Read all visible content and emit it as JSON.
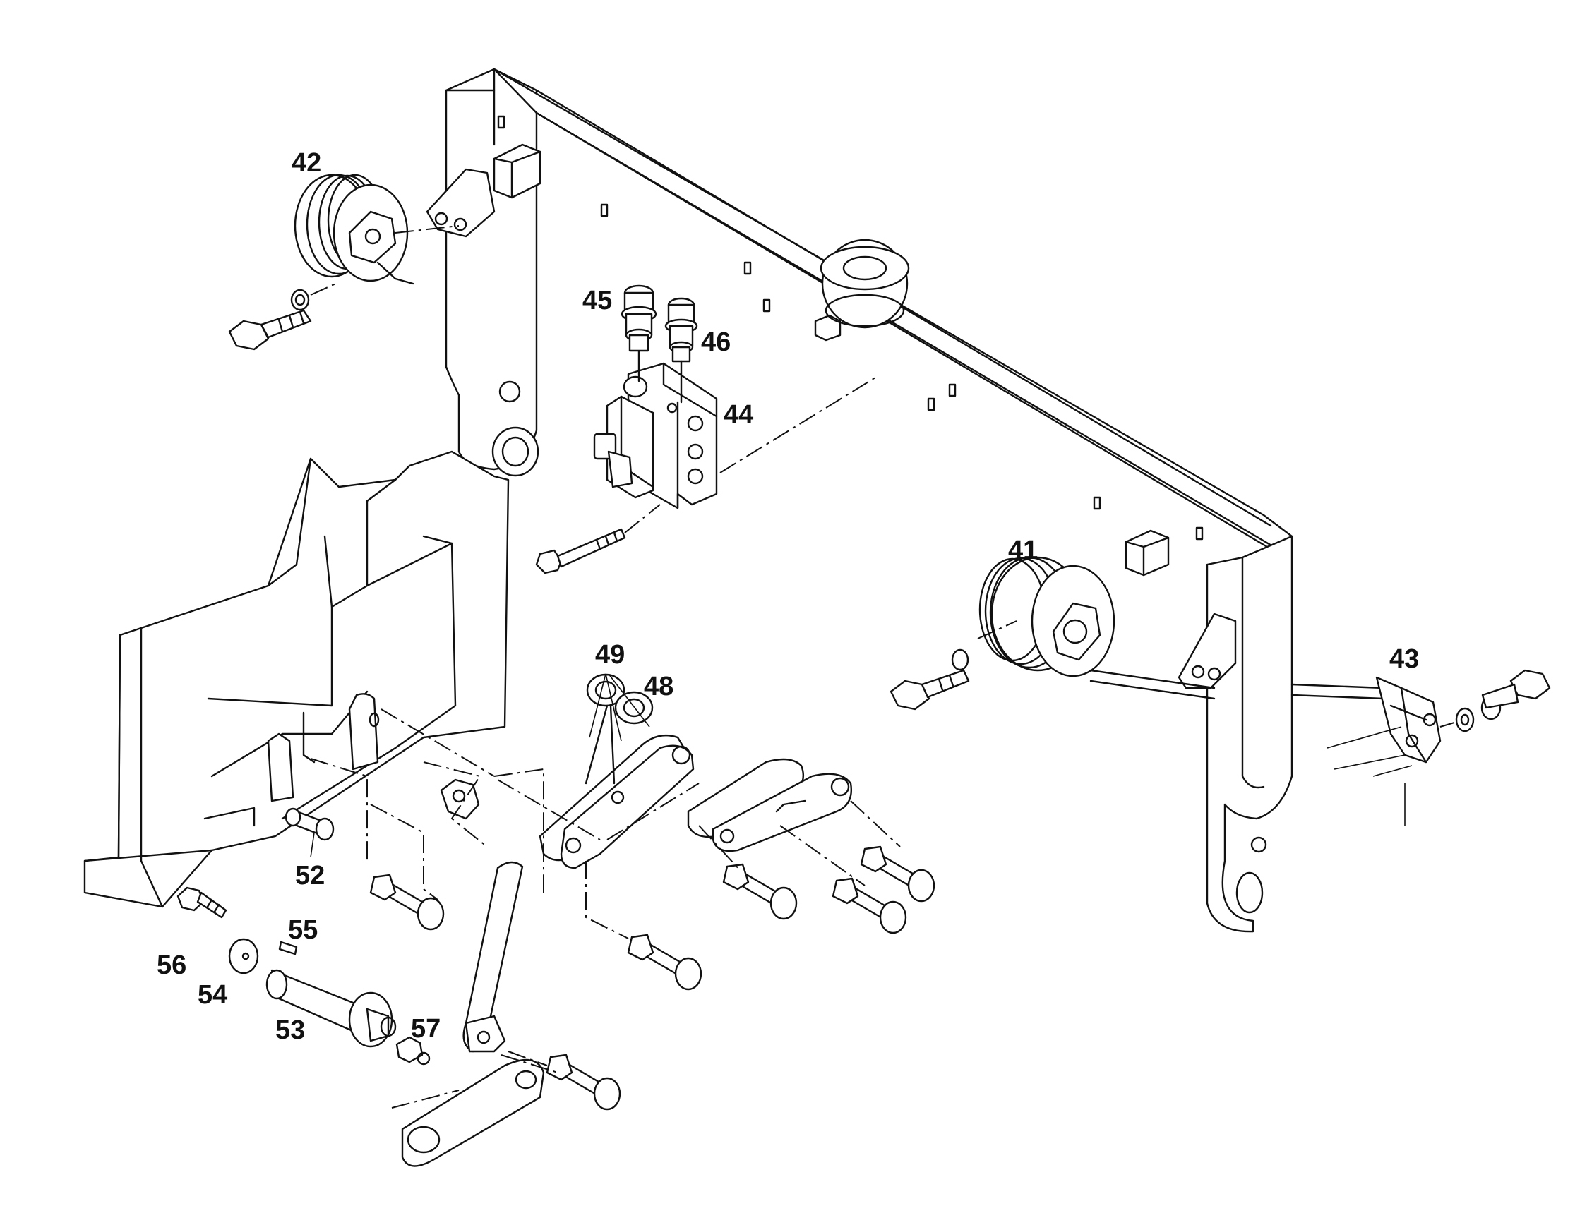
{
  "callouts": {
    "n41": "41",
    "n42": "42",
    "n43": "43",
    "n44": "44",
    "n45": "45",
    "n46": "46",
    "n48": "48",
    "n49": "49",
    "n52": "52",
    "n53": "53",
    "n54": "54",
    "n55": "55",
    "n56": "56",
    "n57": "57"
  },
  "colors": {
    "ink": "#111111",
    "paper": "#ffffff"
  }
}
